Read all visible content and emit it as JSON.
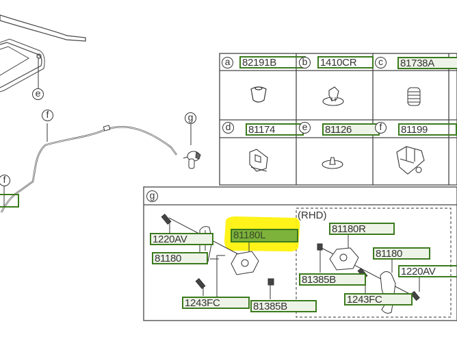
{
  "callouts_main": {
    "e": "e",
    "f_upper": "f",
    "f_lower": "f",
    "g": "g"
  },
  "parts_table": {
    "cells": [
      {
        "letter": "a",
        "part_no": "82191B",
        "icon": "bushing-icon"
      },
      {
        "letter": "b",
        "part_no": "1410CR",
        "icon": "clip-icon"
      },
      {
        "letter": "c",
        "part_no": "81738A",
        "icon": "bumper-stop-icon"
      },
      {
        "letter": "d",
        "part_no": "81174",
        "icon": "retainer-clip-icon"
      },
      {
        "letter": "e",
        "part_no": "81126",
        "icon": "push-pin-icon"
      },
      {
        "letter": "f",
        "part_no": "81199",
        "icon": "cable-clip-icon"
      }
    ]
  },
  "detail_g": {
    "letter": "g",
    "lhd_labels": {
      "bolt_top": "1220AV",
      "bracket": "81180",
      "latch_highlighted": "81180L",
      "bolt_bottom": "1243FC",
      "nut": "81385B"
    },
    "rhd": {
      "title": "(RHD)",
      "latch": "81180R",
      "nut": "81385B",
      "bracket": "81180",
      "bolt_top": "1220AV",
      "bolt_bottom": "1243FC"
    }
  },
  "colors": {
    "label_border": "#3a7a1c",
    "label_fill": "#eef3e8",
    "highlight": "#fff200",
    "highlight_label_fill": "#7db33b"
  }
}
